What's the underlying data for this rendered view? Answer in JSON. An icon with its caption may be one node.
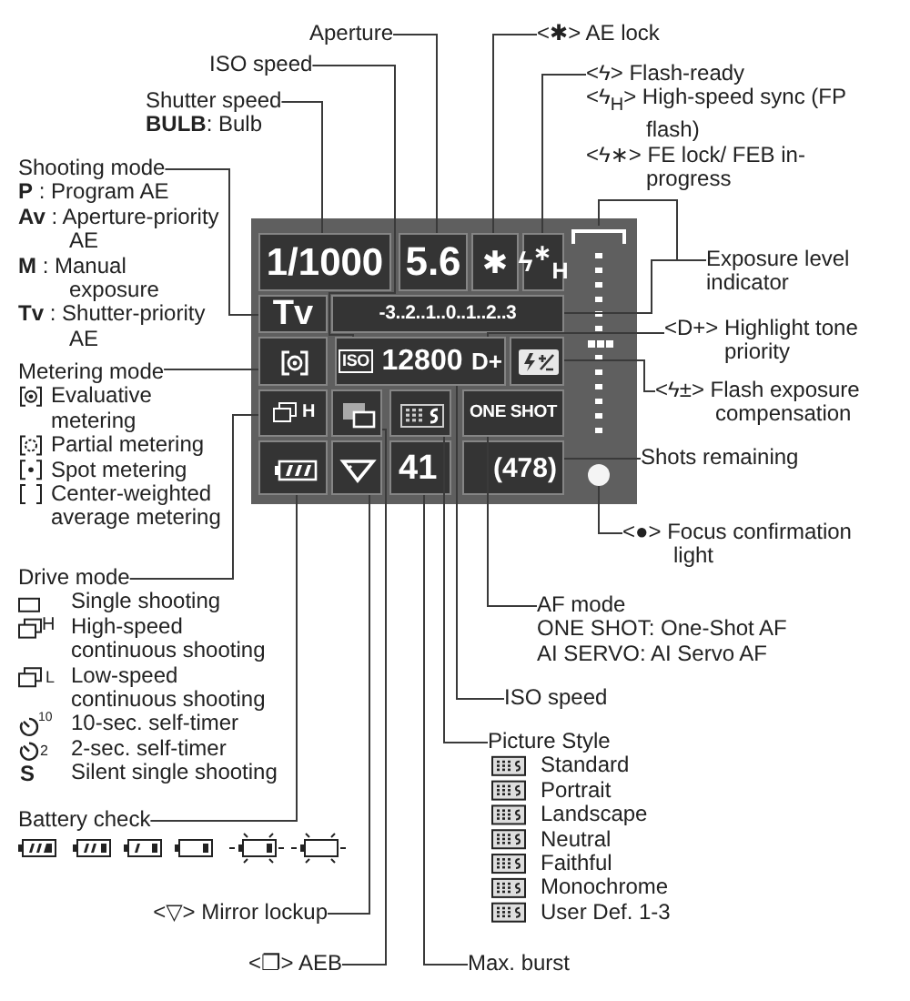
{
  "diagram": {
    "nodes": [
      {
        "text": [
          "Aperture"
        ]
      },
      {
        "text": [
          "ISO speed"
        ]
      },
      {
        "text": [
          "Shutter speed",
          "**BULB**: Bulb"
        ]
      },
      {
        "text": [
          "<✱> AE lock"
        ]
      },
      {
        "text": [
          "<ϟ> Flash-ready",
          "<ϟ$_{H}$> High-speed sync (FP flash)",
          "<ϟ∗> FE lock/ FEB in-progress"
        ]
      },
      {
        "text": [
          "Shooting mode",
          "**P** : Program AE",
          "**Av** : Aperture-priority AE",
          "**M** : Manual exposure",
          "**Tv** : Shutter-priority AE"
        ]
      },
      {
        "text": [
          "Exposure level indicator"
        ]
      },
      {
        "text": [],
        "shape": "box"
      },
      {
        "text": [
          "1/1000"
        ],
        "in": 7
      },
      {
        "text": [
          "5.6"
        ],
        "in": 7
      },
      {
        "text": [
          "✱"
        ],
        "in": 7
      },
      {
        "text": [
          "ϟ$^{∗}$$_{H}$"
        ],
        "in": 7
      },
      {
        "text": [],
        "shape": "bar",
        "in": 7
      },
      {
        "text": [
          "Tv"
        ],
        "in": 7
      },
      {
        "text": [
          "-3..2..1..0..1..2..3"
        ],
        "in": 7
      },
      {
        "text": [],
        "shape": "picture",
        "in": 7
      },
      {
        "text": [
          "ISO"
        ],
        "in": 7
      },
      {
        "text": [
          "12800"
        ],
        "in": 7
      },
      {
        "text": [
          "D+"
        ],
        "in": 7
      },
      {
        "text": [],
        "shape": "picture",
        "in": 7
      },
      {
        "text": [
          "H"
        ],
        "in": 7
      },
      {
        "text": [],
        "shape": "picture",
        "in": 7
      },
      {
        "text": [],
        "shape": "picture",
        "in": 7
      },
      {
        "text": [
          "ONE SHOT"
        ],
        "in": 7
      },
      {
        "text": [],
        "shape": "picture",
        "in": 7
      },
      {
        "text": [],
        "shape": "picture",
        "in": 7
      },
      {
        "text": [
          "41"
        ],
        "in": 7
      },
      {
        "text": [
          "(478)"
        ],
        "in": 7
      },
      {
        "text": [],
        "shape": "circle",
        "in": 7
      },
      {
        "text": [
          "<D+> Highlight tone priority"
        ]
      },
      {
        "text": [
          "Metering mode",
          "Evaluative metering",
          "Partial metering",
          "Spot metering",
          "Center-weighted average metering"
        ]
      },
      {
        "text": [
          "<ϟ±> Flash exposure compensation"
        ]
      },
      {
        "text": [
          "Shots remaining"
        ]
      },
      {
        "text": [
          "<●> Focus confirmation light"
        ]
      },
      {
        "text": [
          "Drive mode",
          "Single shooting",
          "High-speed continuous shooting",
          "Low-speed continuous shooting",
          "10-sec. self-timer",
          "2-sec. self-timer",
          "Silent single shooting"
        ]
      },
      {
        "text": [
          "AF mode",
          "ONE SHOT: One-Shot AF",
          "AI SERVO: AI Servo AF"
        ]
      },
      {
        "text": [
          "ISO speed"
        ]
      },
      {
        "text": [
          "Picture Style",
          "Standard",
          "Portrait",
          "Landscape",
          "Neutral",
          "Faithful",
          "Monochrome",
          "User Def. 1-3"
        ]
      },
      {
        "text": [
          "Battery check"
        ]
      },
      {
        "text": [
          "<▽> Mirror lockup"
        ]
      },
      {
        "text": [
          "<❐> AEB"
        ]
      },
      {
        "text": [
          "Max. burst"
        ]
      }
    ],
    "edges": [
      {
        "from": 0,
        "to": 9,
        "arrow": "none"
      },
      {
        "from": 1,
        "to": 16,
        "arrow": "none"
      },
      {
        "from": 2,
        "to": 8,
        "arrow": "none"
      },
      {
        "from": 3,
        "to": 10,
        "arrow": "none"
      },
      {
        "from": 4,
        "to": 11,
        "arrow": "none"
      },
      {
        "from": 5,
        "to": 13,
        "arrow": "none"
      },
      {
        "from": 6,
        "to": 12,
        "arrow": "none"
      },
      {
        "from": 6,
        "to": 14,
        "arrow": "none"
      },
      {
        "from": 29,
        "to": 18,
        "arrow": "none"
      },
      {
        "from": 30,
        "to": 15,
        "arrow": "none"
      },
      {
        "from": 31,
        "to": 19,
        "arrow": "none"
      },
      {
        "from": 32,
        "to": 27,
        "arrow": "none"
      },
      {
        "from": 33,
        "to": 28,
        "arrow": "none"
      },
      {
        "from": 34,
        "to": 20,
        "arrow": "none"
      },
      {
        "from": 35,
        "to": 23,
        "arrow": "none"
      },
      {
        "from": 36,
        "to": 17,
        "arrow": "none"
      },
      {
        "from": 37,
        "to": 22,
        "arrow": "none"
      },
      {
        "from": 38,
        "to": 24,
        "arrow": "none"
      },
      {
        "from": 39,
        "to": 25,
        "arrow": "none"
      },
      {
        "from": 40,
        "to": 21,
        "arrow": "none"
      },
      {
        "from": 41,
        "to": 26,
        "arrow": "none"
      }
    ],
    "labels": [
      "H",
      "L",
      "10",
      "2",
      "S"
    ]
  }
}
